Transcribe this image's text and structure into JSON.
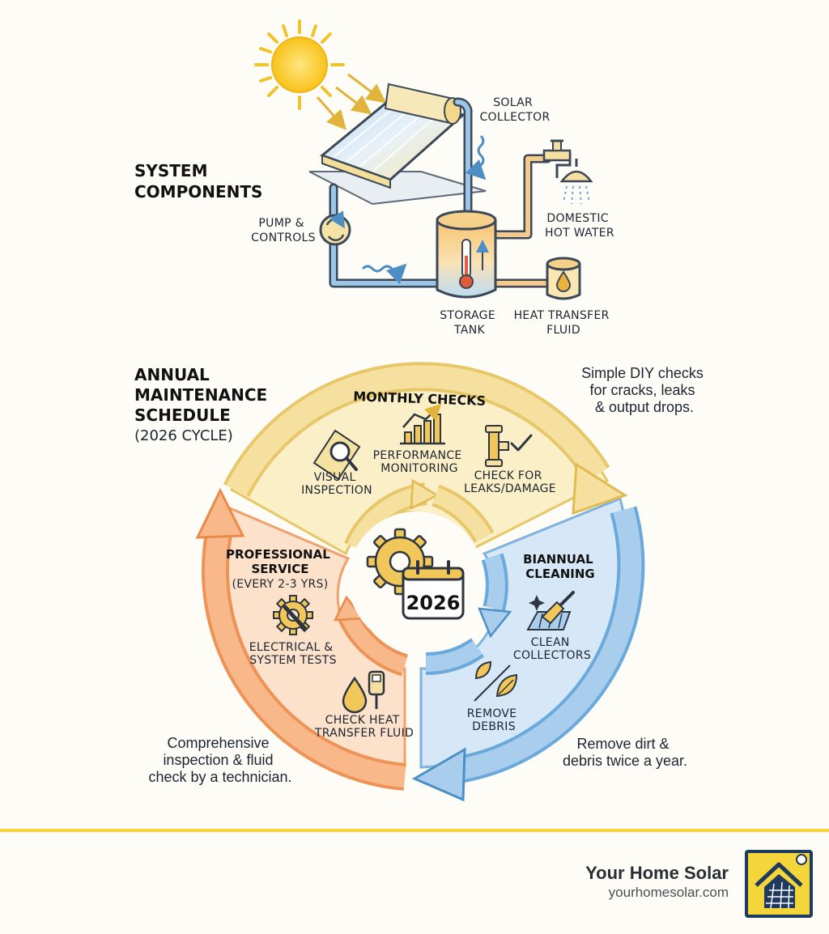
{
  "components": {
    "heading": [
      "SYSTEM",
      "COMPONENTS"
    ],
    "solar_collector": [
      "SOLAR",
      "COLLECTOR"
    ],
    "pump_controls": [
      "PUMP &",
      "CONTROLS"
    ],
    "domestic_hot_water": [
      "DOMESTIC",
      "HOT WATER"
    ],
    "storage_tank": [
      "STORAGE",
      "TANK"
    ],
    "heat_transfer_fluid": [
      "HEAT TRANSFER",
      "FLUID"
    ]
  },
  "schedule": {
    "heading": [
      "ANNUAL",
      "MAINTENANCE",
      "SCHEDULE"
    ],
    "subheading": "(2026 CYCLE)",
    "center_year": "2026",
    "monthly": {
      "title": "MONTHLY CHECKS",
      "visual_inspection": [
        "VISUAL",
        "INSPECTION"
      ],
      "performance_monitoring": [
        "PERFORMANCE",
        "MONITORING"
      ],
      "leaks_damage": [
        "CHECK FOR",
        "LEAKS/DAMAGE"
      ],
      "note": [
        "Simple DIY checks",
        "for cracks, leaks",
        "& output drops."
      ]
    },
    "biannual": {
      "title": [
        "BIANNUAL",
        "CLEANING"
      ],
      "clean_collectors": [
        "CLEAN",
        "COLLECTORS"
      ],
      "remove_debris": [
        "REMOVE",
        "DEBRIS"
      ],
      "note": [
        "Remove dirt &",
        "debris twice a year."
      ]
    },
    "professional": {
      "title": [
        "PROFESSIONAL",
        "SERVICE"
      ],
      "frequency": "(EVERY 2-3 YRS)",
      "electrical_tests": [
        "ELECTRICAL &",
        "SYSTEM TESTS"
      ],
      "fluid_check": [
        "CHECK HEAT",
        "TRANSFER FLUID"
      ],
      "note": [
        "Comprehensive",
        "inspection & fluid",
        "check by a technician."
      ]
    }
  },
  "footer": {
    "brand_name": "Your Home Solar",
    "brand_url": "yourhomesolar.com"
  },
  "colors": {
    "yellow": "#f2d98a",
    "blue": "#a9cdec",
    "orange": "#f5a36b",
    "accent_line": "#f4d63a",
    "logo_navy": "#1f3a5f"
  },
  "icons": [
    "sun-icon",
    "solar-panel-icon",
    "pump-icon",
    "faucet-icon",
    "shower-icon",
    "tank-icon",
    "thermometer-icon",
    "fluid-jar-icon",
    "magnifier-icon",
    "bar-chart-icon",
    "pipe-check-icon",
    "gear-calendar-icon",
    "wrench-gear-icon",
    "drop-icon",
    "meter-icon",
    "brush-icon",
    "leaf-icon",
    "house-solar-logo-icon"
  ]
}
